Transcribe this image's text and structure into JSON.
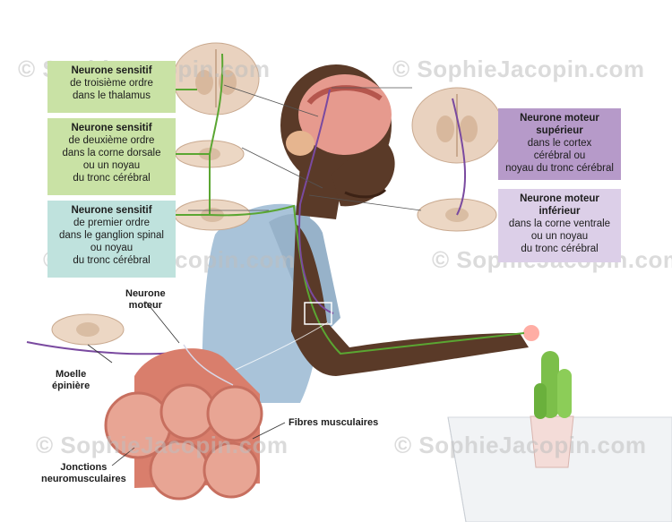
{
  "labels": {
    "sensory3": {
      "title": "Neurone sensitif",
      "lines": [
        "de troisième ordre",
        "dans le thalamus"
      ]
    },
    "sensory2": {
      "title": "Neurone sensitif",
      "lines": [
        "de deuxième ordre",
        "dans la corne dorsale",
        "ou un noyau",
        "du tronc cérébral"
      ]
    },
    "sensory1": {
      "title": "Neurone sensitif",
      "lines": [
        "de premier ordre",
        "dans le ganglion spinal",
        "ou noyau",
        "du tronc cérébral"
      ]
    },
    "upper_motor": {
      "title": "Neurone moteur",
      "lines": [
        "supérieur",
        "dans le cortex",
        "cérébral ou",
        "noyau du tronc cérébral"
      ]
    },
    "lower_motor": {
      "title": "Neurone moteur",
      "lines": [
        "inférieur",
        "dans la corne ventrale",
        "ou un noyau",
        "du tronc cérébral"
      ]
    },
    "motor_neuron": [
      "Neurone",
      "moteur"
    ],
    "spinal_cord": [
      "Moelle",
      "épinière"
    ],
    "muscle_fibers": "Fibres musculaires",
    "nmj": [
      "Jonctions",
      "neuromusculaires"
    ]
  },
  "watermark": "© SophieJacopin.com",
  "colors": {
    "green_box": "#c9e2a5",
    "teal_box": "#bfe2dd",
    "purple_dark_box": "#b69ac9",
    "purple_light_box": "#dccfe8",
    "sensory_pathway": "#5aa632",
    "motor_pathway": "#7a4aa0",
    "skin": "#5a3a28",
    "shirt": "#a9c3d9",
    "muscle": "#e8a594"
  }
}
